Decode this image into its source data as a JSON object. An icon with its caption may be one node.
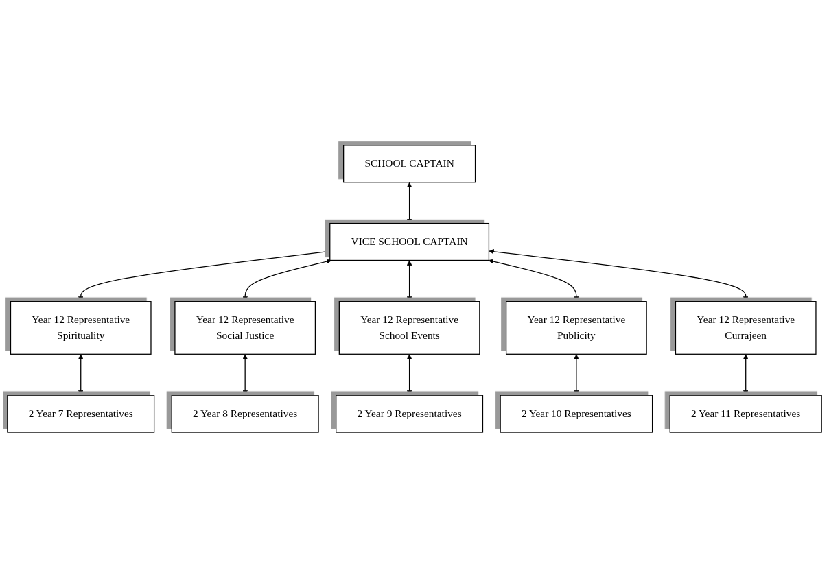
{
  "diagram": {
    "nodes": [
      {
        "text": [
          "SCHOOL CAPTAIN"
        ]
      },
      {
        "text": [
          "VICE SCHOOL CAPTAIN"
        ]
      },
      {
        "text": [
          "Year 12 Representative",
          "Spirituality"
        ]
      },
      {
        "text": [
          "Year 12 Representative",
          "Social Justice"
        ]
      },
      {
        "text": [
          "Year 12 Representative",
          "School Events"
        ]
      },
      {
        "text": [
          "Year 12 Representative",
          "Publicity"
        ]
      },
      {
        "text": [
          "Year 12 Representative",
          "Currajeen"
        ]
      },
      {
        "text": [
          "2 Year 7 Representatives"
        ]
      },
      {
        "text": [
          "2 Year 8 Representatives"
        ]
      },
      {
        "text": [
          "2 Year 9 Representatives"
        ]
      },
      {
        "text": [
          "2 Year 10 Representatives"
        ]
      },
      {
        "text": [
          "2 Year 11 Representatives"
        ]
      }
    ],
    "edges": [
      {
        "from": 0,
        "to": 1,
        "arrow": "both"
      },
      {
        "from": 1,
        "to": 2,
        "arrow": "both"
      },
      {
        "from": 1,
        "to": 3,
        "arrow": "both"
      },
      {
        "from": 1,
        "to": 4,
        "arrow": "both"
      },
      {
        "from": 1,
        "to": 5,
        "arrow": "both"
      },
      {
        "from": 1,
        "to": 6,
        "arrow": "both"
      },
      {
        "from": 2,
        "to": 7,
        "arrow": "both"
      },
      {
        "from": 3,
        "to": 8,
        "arrow": "both"
      },
      {
        "from": 4,
        "to": 9,
        "arrow": "both"
      },
      {
        "from": 5,
        "to": 10,
        "arrow": "both"
      },
      {
        "from": 6,
        "to": 11,
        "arrow": "both"
      }
    ]
  }
}
